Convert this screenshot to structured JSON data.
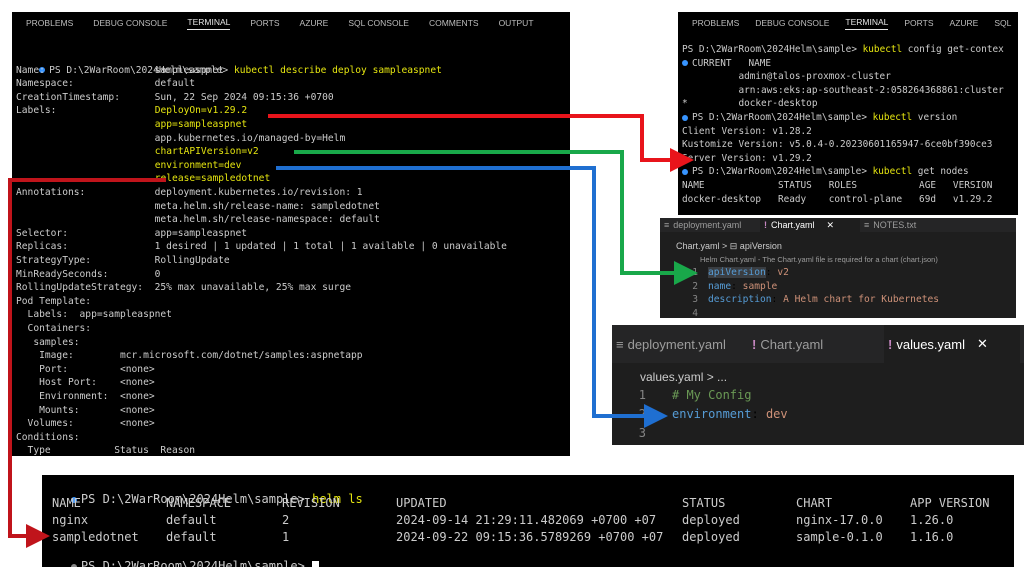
{
  "main_terminal": {
    "tabs": [
      "PROBLEMS",
      "DEBUG CONSOLE",
      "TERMINAL",
      "PORTS",
      "AZURE",
      "SQL CONSOLE",
      "COMMENTS",
      "OUTPUT"
    ],
    "active_tab": "TERMINAL",
    "prompt": "PS D:\\2WarRoom\\2024Helm\\sample>",
    "command": "kubectl describe deploy sampleaspnet",
    "lines": [
      "Name:                   sampleaspnet",
      "Namespace:              default",
      "CreationTimestamp:      Sun, 22 Sep 2024 09:15:36 +0700",
      "Labels:                 ",
      "                        ",
      "                        app.kubernetes.io/managed-by=Helm",
      "                        ",
      "                        ",
      "                        ",
      "Annotations:            deployment.kubernetes.io/revision: 1",
      "                        meta.helm.sh/release-name: sampledotnet",
      "                        meta.helm.sh/release-namespace: default",
      "Selector:               app=sampleaspnet",
      "Replicas:               1 desired | 1 updated | 1 total | 1 available | 0 unavailable",
      "StrategyType:           RollingUpdate",
      "MinReadySeconds:        0",
      "RollingUpdateStrategy:  25% max unavailable, 25% max surge",
      "Pod Template:",
      "  Labels:  app=sampleaspnet",
      "  Containers:",
      "   samples:",
      "    Image:        mcr.microsoft.com/dotnet/samples:aspnetapp",
      "    Port:         <none>",
      "    Host Port:    <none>",
      "    Environment:  <none>",
      "    Mounts:       <none>",
      "  Volumes:        <none>",
      "Conditions:",
      "  Type           Status  Reason"
    ],
    "highlight_labels": [
      "DeployOn=v1.29.2",
      "app=sampleaspnet",
      "chartAPIVersion=v2",
      "environment=dev",
      "release=sampledotnet"
    ]
  },
  "version_terminal": {
    "tabs": [
      "PROBLEMS",
      "DEBUG CONSOLE",
      "TERMINAL",
      "PORTS",
      "AZURE",
      "SQL"
    ],
    "active_tab": "TERMINAL",
    "lines": [
      {
        "prompt": "PS D:\\2WarRoom\\2024Helm\\sample>",
        "cmd": "kubectl",
        "rest": " config get-contex"
      },
      {
        "text": "CURRENT   NAME",
        "dot": true
      },
      {
        "text": "          admin@talos-proxmox-cluster"
      },
      {
        "text": "          arn:aws:eks:ap-southeast-2:058264368861:cluster"
      },
      {
        "text": "*         docker-desktop"
      },
      {
        "prompt": "PS D:\\2WarRoom\\2024Helm\\sample>",
        "cmd": "kubectl",
        "rest": " version",
        "dot": true
      },
      {
        "text": "Client Version: v1.28.2"
      },
      {
        "text": "Kustomize Version: v5.0.4-0.20230601165947-6ce0bf390ce3"
      },
      {
        "text": "Server Version: v1.29.2"
      },
      {
        "prompt": "PS D:\\2WarRoom\\2024Helm\\sample>",
        "cmd": "kubectl",
        "rest": " get nodes",
        "dot": true
      },
      {
        "text": "NAME             STATUS   ROLES           AGE   VERSION"
      },
      {
        "text": "docker-desktop   Ready    control-plane   69d   v1.29.2"
      }
    ]
  },
  "chart_editor": {
    "tabs": [
      {
        "icon": "≡",
        "label": "deployment.yaml"
      },
      {
        "icon": "!",
        "label": "Chart.yaml",
        "close": "✕",
        "active": true
      },
      {
        "icon": "≡",
        "label": "NOTES.txt"
      }
    ],
    "breadcrumb": "Chart.yaml > ⊟ apiVersion",
    "hint": "Helm Chart.yaml - The Chart.yaml file is required for a chart (chart.json)",
    "lines": [
      {
        "n": "1",
        "key": "apiVersion",
        "val": "v2"
      },
      {
        "n": "2",
        "key": "name",
        "val": "sample"
      },
      {
        "n": "3",
        "key": "description",
        "val": "A Helm chart for Kubernetes"
      },
      {
        "n": "4",
        "key": "",
        "val": ""
      }
    ]
  },
  "values_editor": {
    "tabs": [
      {
        "icon": "≡",
        "label": "deployment.yaml"
      },
      {
        "icon": "!",
        "label": "Chart.yaml"
      },
      {
        "icon": "!",
        "label": "values.yaml",
        "close": "✕",
        "active": true
      }
    ],
    "breadcrumb": "values.yaml > ...",
    "lines": [
      {
        "n": "1",
        "comment": "# My Config"
      },
      {
        "n": "2",
        "key": "environment",
        "val": "dev"
      },
      {
        "n": "3",
        "key": "",
        "val": ""
      }
    ]
  },
  "helm_terminal": {
    "prompt": "PS D:\\2WarRoom\\2024Helm\\sample>",
    "command": "helm ls",
    "headers": [
      "NAME",
      "NAMESPACE",
      "REVISION",
      "UPDATED",
      "STATUS",
      "CHART",
      "APP VERSION"
    ],
    "rows": [
      [
        "nginx",
        "default",
        "2",
        "2024-09-14 21:29:11.482069 +0700 +07",
        "deployed",
        "nginx-17.0.0",
        "1.26.0"
      ],
      [
        "sampledotnet",
        "default",
        "1",
        "2024-09-22 09:15:36.5789269 +0700 +07",
        "deployed",
        "sample-0.1.0",
        "1.16.0"
      ]
    ],
    "final_prompt": "PS D:\\2WarRoom\\2024Helm\\sample>"
  },
  "arrow_colors": {
    "red": "#e8141b",
    "green": "#19a84a",
    "blue": "#1f6fd1",
    "darkred": "#c0141b"
  }
}
